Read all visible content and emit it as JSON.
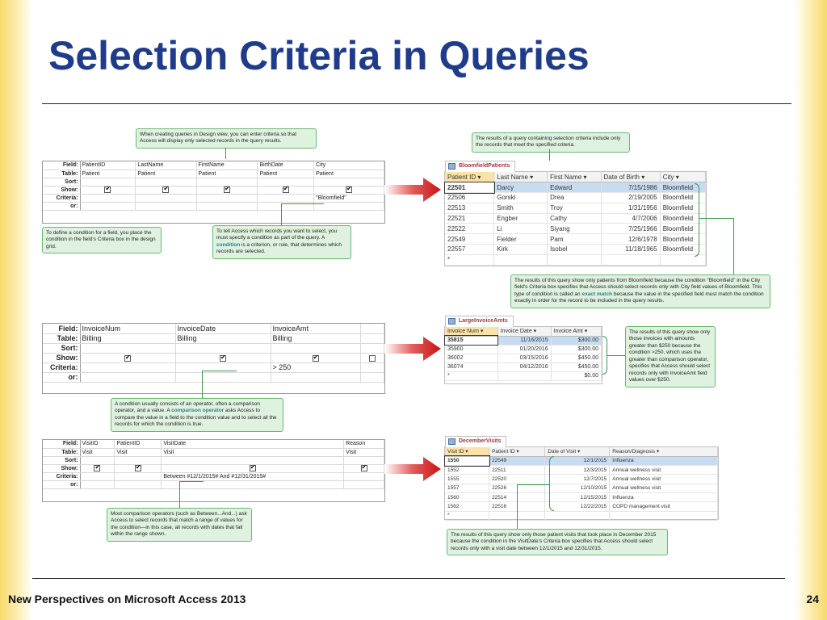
{
  "slide": {
    "title": "Selection Criteria in Queries",
    "footer": "New Perspectives on Microsoft Access 2013",
    "page_number": "24"
  },
  "grid_labels": [
    "Field:",
    "Table:",
    "Sort:",
    "Show:",
    "Criteria:",
    "or:"
  ],
  "grid1": {
    "columns": [
      {
        "field": "PatientID",
        "table": "Patient",
        "show": true,
        "criteria": ""
      },
      {
        "field": "LastName",
        "table": "Patient",
        "show": true,
        "criteria": ""
      },
      {
        "field": "FirstName",
        "table": "Patient",
        "show": true,
        "criteria": ""
      },
      {
        "field": "BirthDate",
        "table": "Patient",
        "show": true,
        "criteria": ""
      },
      {
        "field": "City",
        "table": "Patient",
        "show": true,
        "criteria": "\"Bloomfield\""
      }
    ]
  },
  "grid2": {
    "columns": [
      {
        "field": "InvoiceNum",
        "table": "Billing",
        "show": true,
        "criteria": ""
      },
      {
        "field": "InvoiceDate",
        "table": "Billing",
        "show": true,
        "criteria": ""
      },
      {
        "field": "InvoiceAmt",
        "table": "Billing",
        "show": true,
        "criteria": "> 250"
      },
      {
        "field": "",
        "table": "",
        "show": false,
        "criteria": ""
      }
    ]
  },
  "grid3": {
    "columns": [
      {
        "field": "VisitID",
        "table": "Visit",
        "show": true,
        "criteria": ""
      },
      {
        "field": "PatientID",
        "table": "Visit",
        "show": true,
        "criteria": ""
      },
      {
        "field": "VisitDate",
        "table": "Visit",
        "show": true,
        "criteria": "Between #12/1/2015# And #12/31/2015#"
      },
      {
        "field": "Reason",
        "table": "Visit",
        "show": true,
        "criteria": ""
      }
    ]
  },
  "callouts": {
    "c1": "When creating queries in Design view, you can enter criteria so that Access will display only selected records in the query results.",
    "c2": "The results of a query containing selection criteria include only the records that meet the specified criteria.",
    "c3": "To define a condition for a field, you place the condition in the field's Criteria box in the design grid.",
    "c4a": "To tell Access which records you want to select, you must specify a condition as part of the query. A ",
    "c4b": "condition",
    "c4c": " is a criterion, or rule, that determines which records are selected.",
    "c5a": "The results of this query show only patients from Bloomfield because the condition \"Bloomfield\" in the City field's Criteria box specifies that Access should select records only with City field values of Bloomfield. This type of condition is called an ",
    "c5b": "exact match",
    "c5c": " because the value in the specified field must match the condition exactly in order for the record to be included in the query results.",
    "c6": "The results of this query show only those invoices with amounts greater than $250 because the condition >250, which uses the greater than comparison operator, specifies that Access should select records only with InvoiceAmt field values over $250.",
    "c7a": "A condition usually consists of an operator, often a comparison operator, and a value. A ",
    "c7b": "comparison operator",
    "c7c": " asks Access to compare the value in a field to the condition value and to select all the records for which the condition is true.",
    "c8": "Most comparison operators (such as Between...And...) ask Access to select records that match a range of values for the condition—in this case, all records with dates that fall within the range shown.",
    "c9": "The results of this query show only those patient visits that took place in December 2015 because the condition in the VisitDate's Criteria box specifies that Access should select records only with a visit date between 12/1/2015 and 12/31/2015."
  },
  "result1": {
    "tab": "BloomfieldPatients",
    "headers": [
      "Patient ID",
      "Last Name",
      "First Name",
      "Date of Birth",
      "City"
    ],
    "rows": [
      [
        "22501",
        "Darcy",
        "Edward",
        "7/15/1986",
        "Bloomfield"
      ],
      [
        "22506",
        "Gorski",
        "Drea",
        "2/19/2005",
        "Bloomfield"
      ],
      [
        "22513",
        "Smith",
        "Troy",
        "1/31/1956",
        "Bloomfield"
      ],
      [
        "22521",
        "Engber",
        "Cathy",
        "4/7/2006",
        "Bloomfield"
      ],
      [
        "22522",
        "Li",
        "Siyang",
        "7/25/1966",
        "Bloomfield"
      ],
      [
        "22549",
        "Fielder",
        "Pam",
        "12/6/1978",
        "Bloomfield"
      ],
      [
        "22557",
        "Kirk",
        "Isobel",
        "11/18/1965",
        "Bloomfield"
      ]
    ],
    "new_row": "*"
  },
  "result2": {
    "tab": "LargeInvoiceAmts",
    "headers": [
      "Invoice Num",
      "Invoice Date",
      "Invoice Amt"
    ],
    "rows": [
      [
        "35815",
        "11/16/2015",
        "$300.00"
      ],
      [
        "35900",
        "01/20/2016",
        "$300.00"
      ],
      [
        "36002",
        "03/15/2016",
        "$450.00"
      ],
      [
        "36074",
        "04/12/2016",
        "$450.00"
      ]
    ],
    "new_row": [
      "*",
      "",
      "",
      "$0.00"
    ]
  },
  "result3": {
    "tab": "DecemberVisits",
    "headers": [
      "Visit ID",
      "Patient ID",
      "Date of Visit",
      "Reason/Diagnosis"
    ],
    "rows": [
      [
        "1550",
        "22549",
        "12/1/2015",
        "Influenza"
      ],
      [
        "1552",
        "22511",
        "12/3/2015",
        "Annual wellness visit"
      ],
      [
        "1555",
        "22520",
        "12/7/2015",
        "Annual wellness visit"
      ],
      [
        "1557",
        "22526",
        "12/10/2015",
        "Annual wellness visit"
      ],
      [
        "1560",
        "22514",
        "12/15/2015",
        "Influenza"
      ],
      [
        "1562",
        "22516",
        "12/22/2015",
        "COPD management visit"
      ]
    ],
    "new_row": "*"
  }
}
